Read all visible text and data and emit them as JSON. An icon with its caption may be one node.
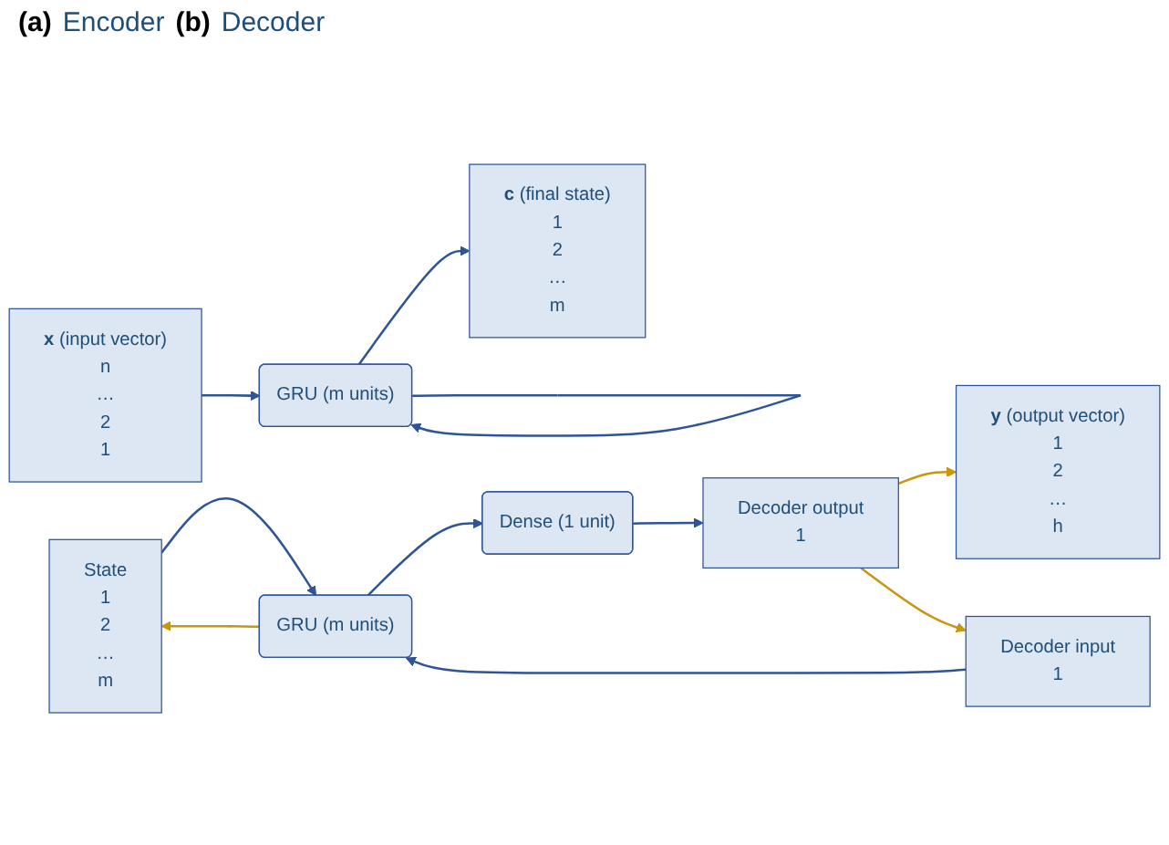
{
  "diagram": {
    "nodes": [
      {
        "text": [
          "**x** (input vector)",
          "n",
          "…",
          "2",
          "1"
        ]
      },
      {
        "text": [
          "GRU (m units)"
        ]
      },
      {
        "text": [
          "**c** (final state)",
          "1",
          "2",
          "…",
          "m"
        ]
      },
      {
        "text": [
          "State",
          "1",
          "2",
          "…",
          "m"
        ]
      },
      {
        "text": [
          "Decoder input",
          "1"
        ]
      },
      {
        "text": [
          "GRU (m units)"
        ]
      },
      {
        "text": [
          "Dense (1 unit)"
        ]
      },
      {
        "text": [
          "Decoder output",
          "1"
        ]
      },
      {
        "text": [
          "**y** (output vector)",
          "1",
          "2",
          "…",
          "h"
        ]
      }
    ],
    "edges": [
      {
        "from": 0,
        "to": 1,
        "arrow": "to"
      },
      {
        "from": 1,
        "to": 2,
        "arrow": "to"
      },
      {
        "from": 1,
        "to": 1,
        "arrow": "to"
      },
      {
        "from": 4,
        "to": 5,
        "arrow": "to"
      },
      {
        "from": 3,
        "to": 5,
        "arrow": "to"
      },
      {
        "from": 5,
        "to": 6,
        "arrow": "to"
      },
      {
        "from": 6,
        "to": 7,
        "arrow": "to"
      },
      {
        "from": 5,
        "to": 3,
        "arrow": "to",
        "color": "#c8960f"
      },
      {
        "from": 7,
        "to": 8,
        "arrow": "to",
        "color": "#c8960f"
      },
      {
        "from": 7,
        "to": 4,
        "arrow": "to",
        "color": "#c8960f"
      }
    ],
    "labels": [
      "(a)",
      "Encoder",
      "(b)",
      "Decoder"
    ]
  }
}
